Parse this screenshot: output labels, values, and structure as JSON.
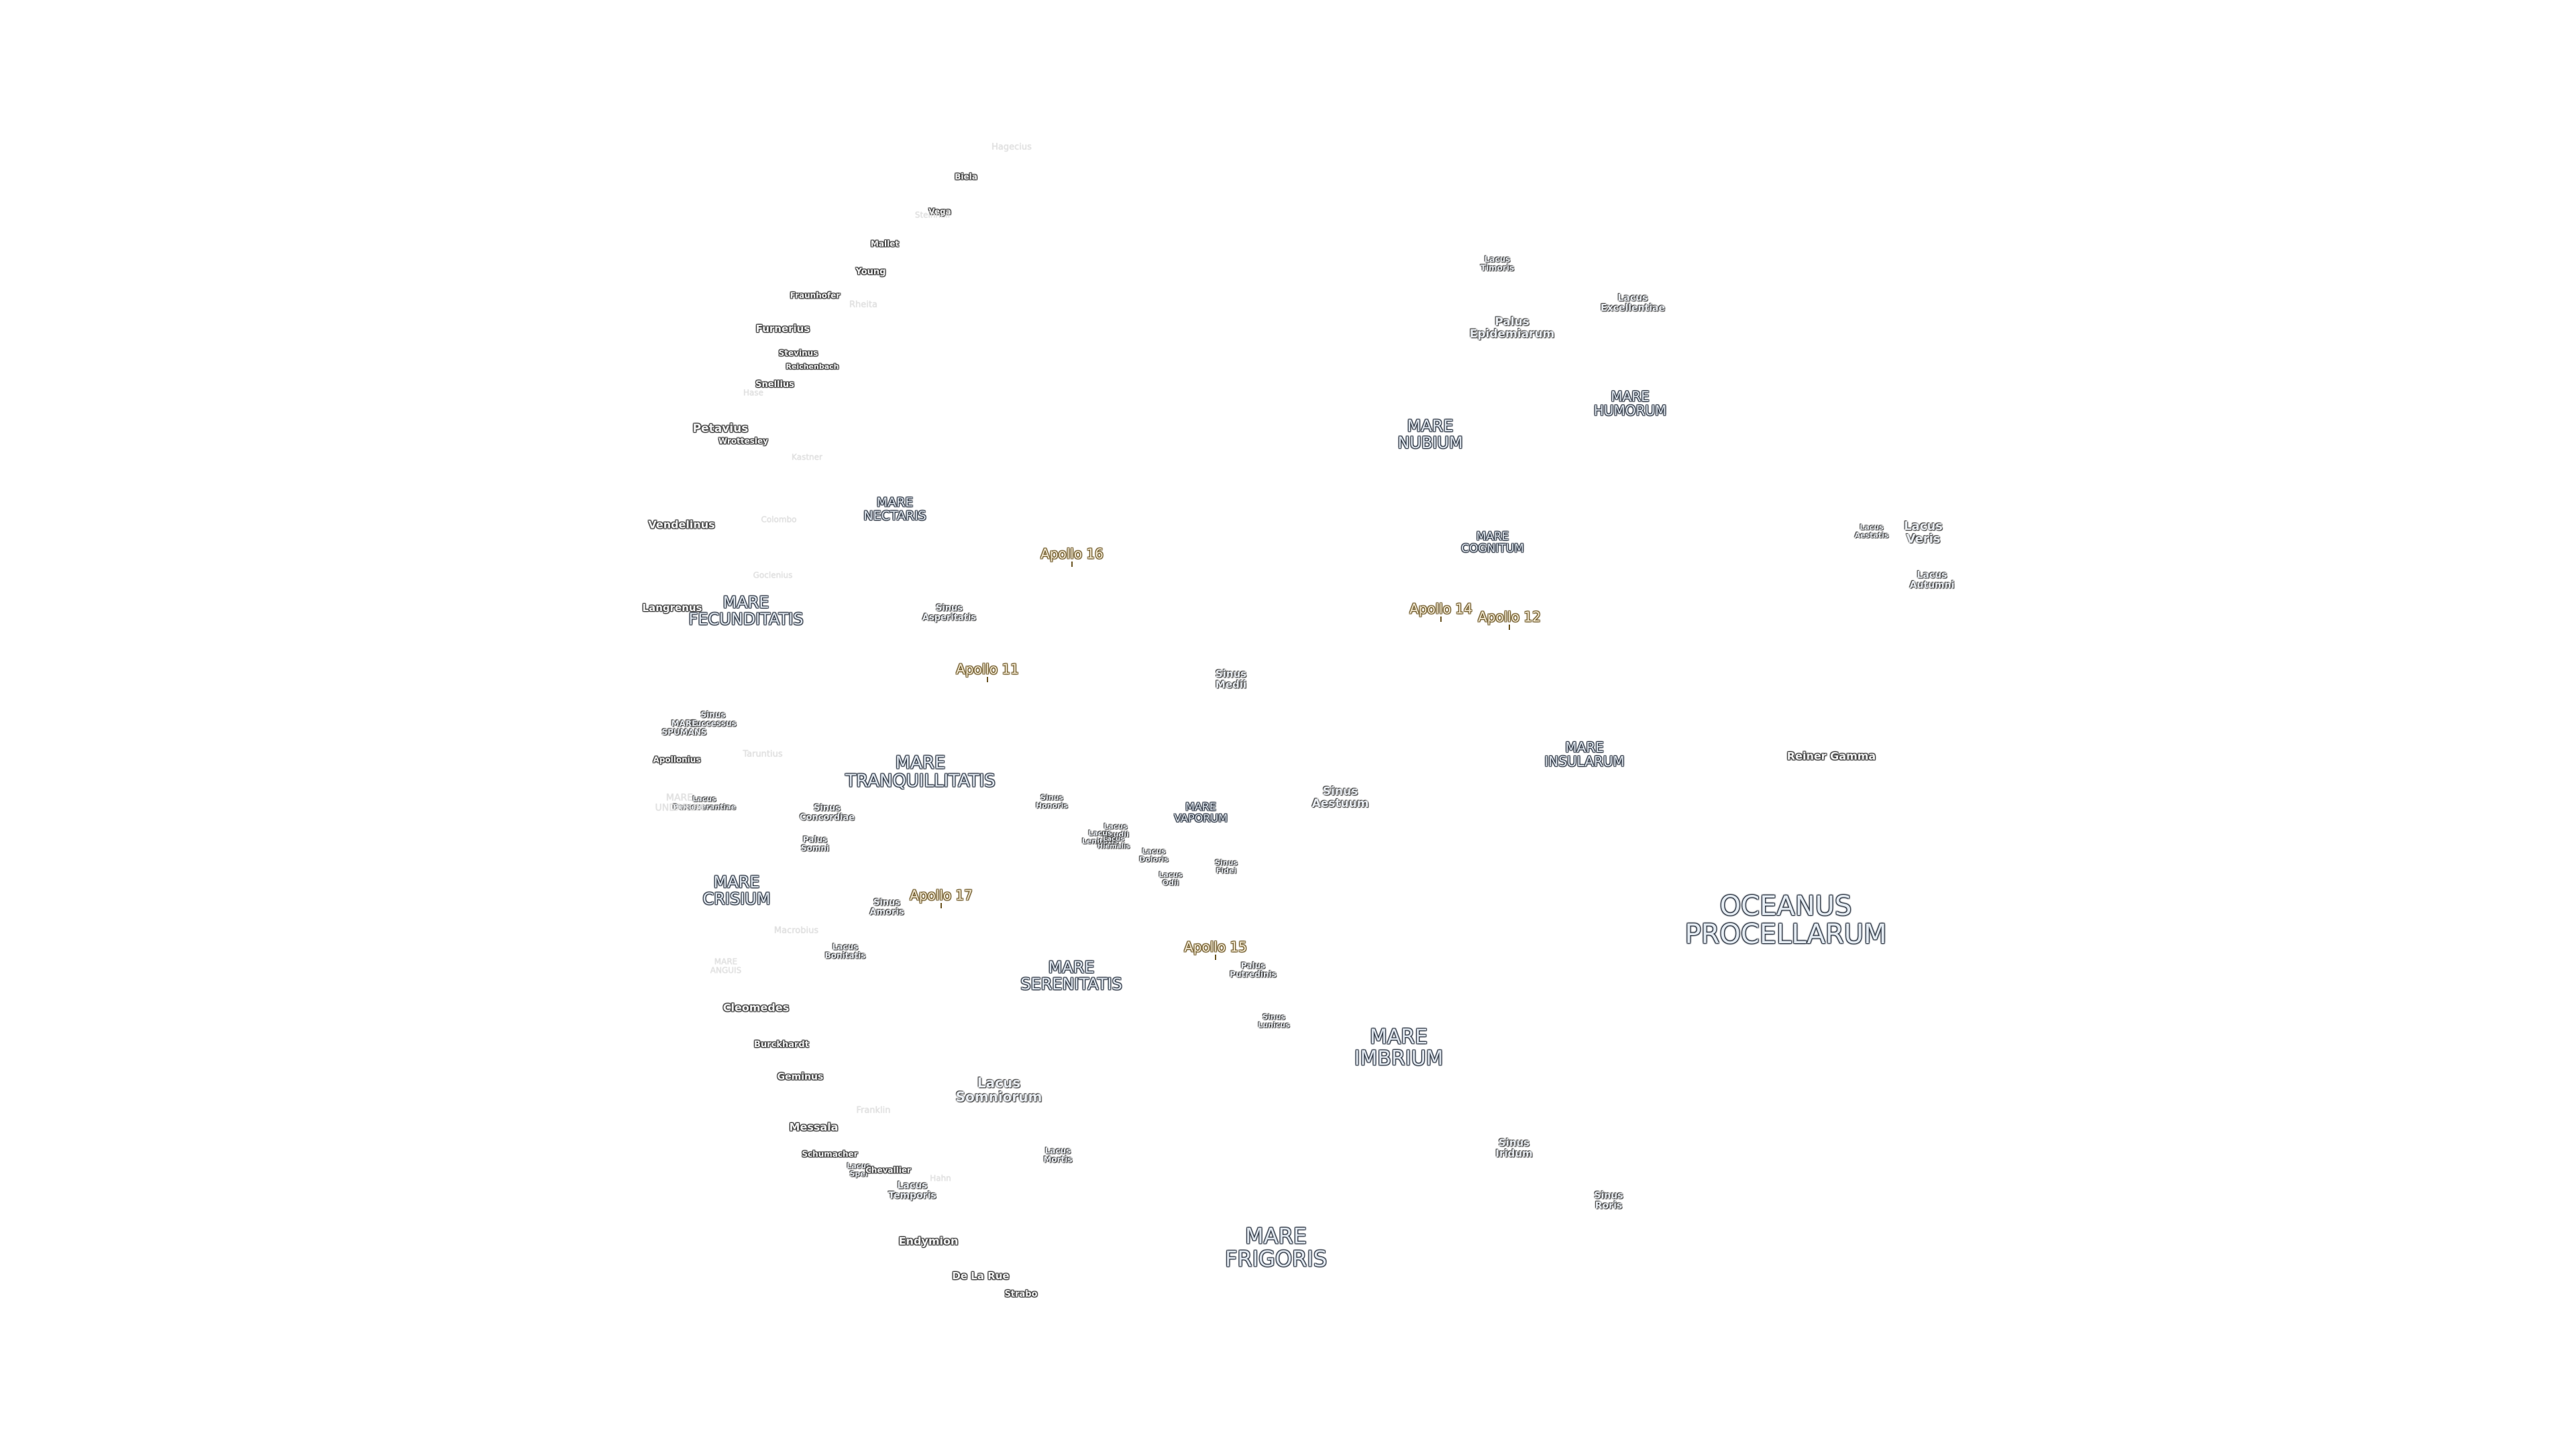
{
  "labels": [
    {
      "name": "OCEANUS\nPROCELLARUM",
      "kind": "ocean"
    },
    {
      "name": "MARE\nFRIGORIS",
      "kind": "mare"
    },
    {
      "name": "MARE\nIMBRIUM",
      "kind": "mare"
    },
    {
      "name": "MARE\nSERENITATIS",
      "kind": "mare"
    },
    {
      "name": "MARE\nTRANQUILLITATIS",
      "kind": "mare"
    },
    {
      "name": "MARE\nCRISIUM",
      "kind": "mare"
    },
    {
      "name": "MARE\nFECUNDITATIS",
      "kind": "mare"
    },
    {
      "name": "MARE\nNECTARIS",
      "kind": "mare"
    },
    {
      "name": "MARE\nNUBIUM",
      "kind": "mare"
    },
    {
      "name": "MARE\nHUMORUM",
      "kind": "mare"
    },
    {
      "name": "MARE\nCOGNITUM",
      "kind": "mare"
    },
    {
      "name": "MARE\nINSULARUM",
      "kind": "mare"
    },
    {
      "name": "MARE\nVAPORUM",
      "kind": "mare"
    },
    {
      "name": "Lacus\nSomniorum",
      "kind": "minor"
    },
    {
      "name": "Sinus\nAestuum",
      "kind": "minor"
    },
    {
      "name": "Sinus\nMedii",
      "kind": "minor"
    },
    {
      "name": "Palus\nEpidemiarum",
      "kind": "minor"
    },
    {
      "name": "Lacus\nVeris",
      "kind": "minor"
    },
    {
      "name": "Lacus\nAutumni",
      "kind": "minor"
    },
    {
      "name": "Lacus\nAestatis",
      "kind": "minor"
    },
    {
      "name": "Lacus\nExcellentiae",
      "kind": "minor"
    },
    {
      "name": "Lacus\nTimoris",
      "kind": "minor"
    },
    {
      "name": "Sinus\nIridum",
      "kind": "minor"
    },
    {
      "name": "Sinus\nRoris",
      "kind": "minor"
    },
    {
      "name": "Sinus\nLunicus",
      "kind": "minor"
    },
    {
      "name": "Palus\nPutredinis",
      "kind": "minor"
    },
    {
      "name": "Lacus\nMortis",
      "kind": "minor"
    },
    {
      "name": "Lacus\nTemporis",
      "kind": "minor"
    },
    {
      "name": "Lacus\nSpei",
      "kind": "minor"
    },
    {
      "name": "Lacus\nBonitatis",
      "kind": "minor"
    },
    {
      "name": "Sinus\nAmoris",
      "kind": "minor"
    },
    {
      "name": "Palus\nSomni",
      "kind": "minor"
    },
    {
      "name": "Sinus\nConcordiae",
      "kind": "minor"
    },
    {
      "name": "Sinus\nAsperitatis",
      "kind": "minor"
    },
    {
      "name": "Sinus\nHonoris",
      "kind": "minor"
    },
    {
      "name": "Lacus\nGaudii",
      "kind": "minor"
    },
    {
      "name": "Lacus\nLenitatis",
      "kind": "minor"
    },
    {
      "name": "Lacus\nDoloris",
      "kind": "minor"
    },
    {
      "name": "Lacus\nOdii",
      "kind": "minor"
    },
    {
      "name": "Sinus\nFidei",
      "kind": "minor"
    },
    {
      "name": "Lacus\nHiemalis",
      "kind": "minor"
    },
    {
      "name": "Sinus\nSuccessus",
      "kind": "minor"
    },
    {
      "name": "Lacus\nPerseverantiae",
      "kind": "minor"
    },
    {
      "name": "MARE\nSPUMANS",
      "kind": "minor"
    },
    {
      "name": "MARE\nUNDARUM",
      "kind": "faint"
    },
    {
      "name": "MARE\nANGUIS",
      "kind": "faint"
    },
    {
      "name": "Reiner Gamma",
      "kind": "crater"
    },
    {
      "name": "Vendelinus",
      "kind": "crater"
    },
    {
      "name": "Langrenus",
      "kind": "crater"
    },
    {
      "name": "Petavius",
      "kind": "crater"
    },
    {
      "name": "Wrottesley",
      "kind": "crater"
    },
    {
      "name": "Furnerius",
      "kind": "crater"
    },
    {
      "name": "Snellius",
      "kind": "crater"
    },
    {
      "name": "Stevinus",
      "kind": "crater"
    },
    {
      "name": "Reichenbach",
      "kind": "crater"
    },
    {
      "name": "Fraunhofer",
      "kind": "crater"
    },
    {
      "name": "Young",
      "kind": "crater"
    },
    {
      "name": "Mallet",
      "kind": "crater"
    },
    {
      "name": "Biela",
      "kind": "crater"
    },
    {
      "name": "Vega",
      "kind": "crater"
    },
    {
      "name": "Apollonius",
      "kind": "crater"
    },
    {
      "name": "Cleomedes",
      "kind": "crater"
    },
    {
      "name": "Burckhardt",
      "kind": "crater"
    },
    {
      "name": "Geminus",
      "kind": "crater"
    },
    {
      "name": "Messala",
      "kind": "crater"
    },
    {
      "name": "Schumacher",
      "kind": "crater"
    },
    {
      "name": "Chevallier",
      "kind": "crater"
    },
    {
      "name": "Endymion",
      "kind": "crater"
    },
    {
      "name": "De La Rue",
      "kind": "crater"
    },
    {
      "name": "Strabo",
      "kind": "crater"
    },
    {
      "name": "Hagecius",
      "kind": "faint"
    },
    {
      "name": "Steinheil",
      "kind": "faint"
    },
    {
      "name": "Rheita",
      "kind": "faint"
    },
    {
      "name": "Hase",
      "kind": "faint"
    },
    {
      "name": "Kastner",
      "kind": "faint"
    },
    {
      "name": "Colombo",
      "kind": "faint"
    },
    {
      "name": "Goclenius",
      "kind": "faint"
    },
    {
      "name": "Taruntius",
      "kind": "faint"
    },
    {
      "name": "Macrobius",
      "kind": "faint"
    },
    {
      "name": "Franklin",
      "kind": "faint"
    },
    {
      "name": "Hahn",
      "kind": "faint"
    },
    {
      "name": "Apollo 11",
      "kind": "apollo"
    },
    {
      "name": "Apollo 12",
      "kind": "apollo"
    },
    {
      "name": "Apollo 14",
      "kind": "apollo"
    },
    {
      "name": "Apollo 15",
      "kind": "apollo"
    },
    {
      "name": "Apollo 16",
      "kind": "apollo"
    },
    {
      "name": "Apollo 17",
      "kind": "apollo"
    }
  ]
}
